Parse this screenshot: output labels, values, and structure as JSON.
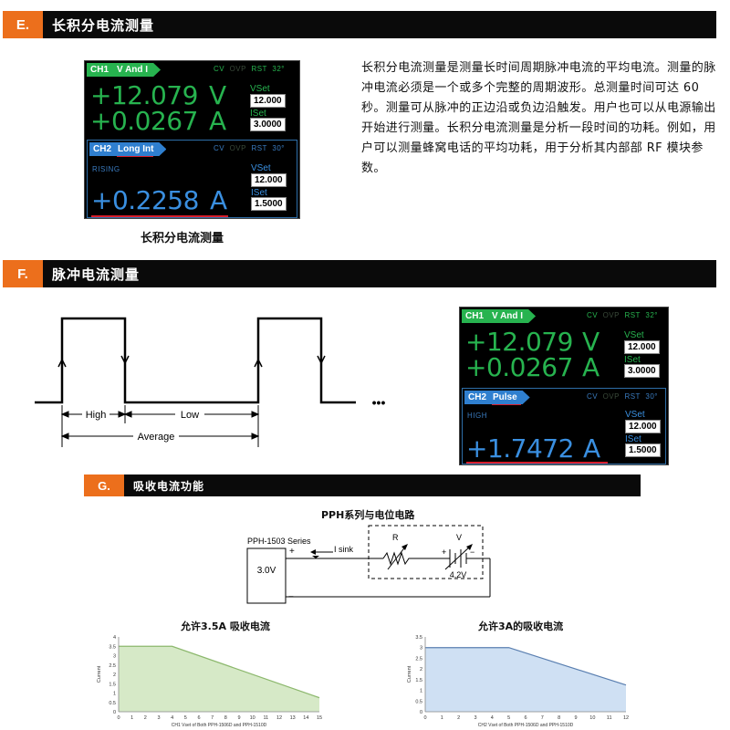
{
  "sections": {
    "e": {
      "tag": "E.",
      "title": "长积分电流测量"
    },
    "f": {
      "tag": "F.",
      "title": "脉冲电流测量"
    },
    "g": {
      "tag": "G.",
      "title": "吸收电流功能"
    }
  },
  "screen1": {
    "ch1_label": "CH1",
    "ch1_mode": "V And I",
    "status_cv": "CV",
    "status_ovp": "OVP",
    "status_rst": "RST",
    "status_temp": "32°",
    "voltage": "+12.079",
    "voltage_unit": "V",
    "current": "+0.0267",
    "current_unit": "A",
    "vset_label": "VSet",
    "vset_value": "12.000",
    "iset_label": "ISet",
    "iset_value": "3.0000",
    "ch2_label": "CH2",
    "ch2_mode": "Long Int",
    "ch2_status_cv": "CV",
    "ch2_status_ovp": "OVP",
    "ch2_status_rst": "RST",
    "ch2_status_temp": "30°",
    "ch2_trigger": "RISING",
    "ch2_value": "+0.2258",
    "ch2_unit": "A",
    "ch2_vset_label": "VSet",
    "ch2_vset_value": "12.000",
    "ch2_iset_label": "ISet",
    "ch2_iset_value": "1.5000"
  },
  "screen1_caption": "长积分电流测量",
  "paragraph_e": "长积分电流测量是测量长时间周期脉冲电流的平均电流。测量的脉冲电流必须是一个或多个完整的周期波形。总测量时间可达 60 秒。测量可从脉冲的正边沿或负边沿触发。用户也可以从电源输出开始进行测量。长积分电流测量是分析一段时间的功耗。例如，用户可以测量蜂窝电话的平均功耗，用于分析其内部部 RF 模块参数。",
  "pulse_diagram": {
    "high_label": "High",
    "low_label": "Low",
    "average_label": "Average",
    "ellipsis": "•••"
  },
  "screen2": {
    "ch1_label": "CH1",
    "ch1_mode": "V And I",
    "status_cv": "CV",
    "status_ovp": "OVP",
    "status_rst": "RST",
    "status_temp": "32°",
    "voltage": "+12.079",
    "voltage_unit": "V",
    "current": "+0.0267",
    "current_unit": "A",
    "vset_label": "VSet",
    "vset_value": "12.000",
    "iset_label": "ISet",
    "iset_value": "3.0000",
    "ch2_label": "CH2",
    "ch2_mode": "Pulse",
    "ch2_status_cv": "CV",
    "ch2_status_ovp": "OVP",
    "ch2_status_rst": "RST",
    "ch2_status_temp": "30°",
    "ch2_trigger": "HIGH",
    "ch2_value": "+1.7472",
    "ch2_unit": "A",
    "ch2_vset_label": "VSet",
    "ch2_vset_value": "12.000",
    "ch2_iset_label": "ISet",
    "ch2_iset_value": "1.5000"
  },
  "circuit": {
    "title": "PPH系列与电位电路",
    "series_label": "PPH-1503 Series",
    "source_value": "3.0V",
    "plus": "+",
    "minus": "−",
    "isink_label": "I sink",
    "r_label": "R",
    "v_label": "V",
    "battery_plus": "+",
    "battery_minus": "−",
    "battery_value": "4.2V"
  },
  "colors": {
    "accent_orange": "#ec6f1c",
    "ch1_green": "#27b34f",
    "ch2_blue": "#2f7fcf",
    "digit_blue": "#3a8fe0",
    "underline_red": "#d91d2a"
  },
  "chart_data": [
    {
      "type": "area",
      "title": "允许3.5A 吸收电流",
      "xlabel": "CH1 Vset of Both PPH-1506D and PPH-1510D",
      "ylabel": "Current",
      "x": [
        0,
        4,
        15
      ],
      "y": [
        3.5,
        3.5,
        0.75
      ],
      "xlim": [
        0,
        15
      ],
      "ylim": [
        0,
        4
      ],
      "xticks": [
        0,
        1,
        2,
        3,
        4,
        5,
        6,
        7,
        8,
        9,
        10,
        11,
        12,
        13,
        14,
        15
      ],
      "yticks": [
        0,
        0.5,
        1,
        1.5,
        2,
        2.5,
        3,
        3.5,
        4
      ],
      "fill": "#d6e9c7",
      "line": "#8cb86d"
    },
    {
      "type": "area",
      "title": "允许3A的吸收电流",
      "xlabel": "CH2 Vset of Both PPH-1506D and PPH-1510D",
      "ylabel": "Current",
      "x": [
        0,
        5,
        12
      ],
      "y": [
        3,
        3,
        1.25
      ],
      "xlim": [
        0,
        12
      ],
      "ylim": [
        0,
        3.5
      ],
      "xticks": [
        0,
        1,
        2,
        3,
        4,
        5,
        6,
        7,
        8,
        9,
        10,
        11,
        12
      ],
      "yticks": [
        0,
        0.5,
        1,
        1.5,
        2,
        2.5,
        3,
        3.5
      ],
      "fill": "#cfe0f3",
      "line": "#5a7fb0"
    }
  ]
}
